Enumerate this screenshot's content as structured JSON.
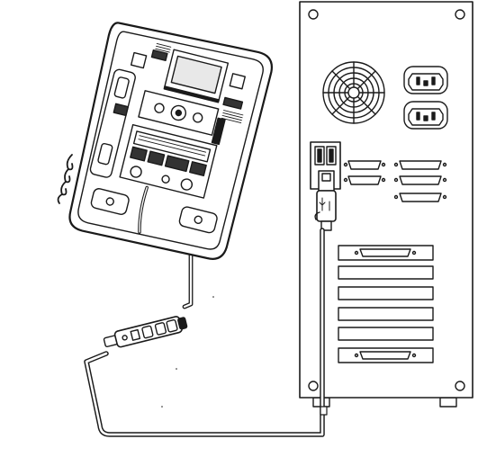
{
  "diagram": {
    "components": {
      "phone": "desk-phone-underside",
      "adapter": "inline-usb-adapter",
      "computer": "computer-tower-rear",
      "cable": "usb-cable"
    },
    "colors": {
      "line": "#1a1a1a",
      "panel_fill": "#ffffff",
      "dark_fill": "#333333",
      "light_fill": "#e8e8e8"
    }
  }
}
